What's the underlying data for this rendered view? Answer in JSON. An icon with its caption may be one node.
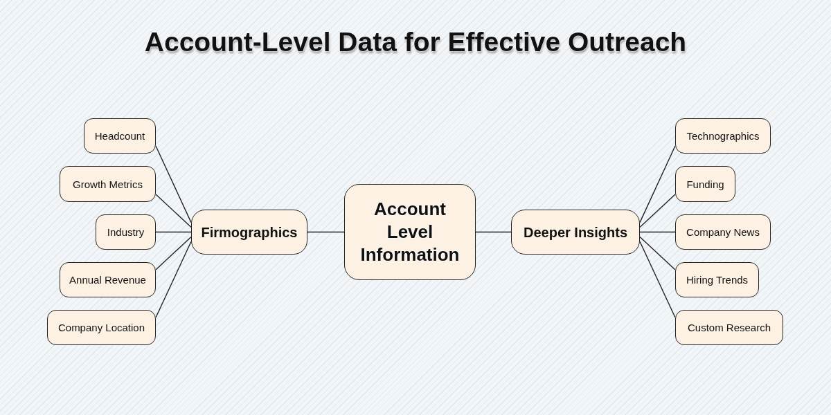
{
  "diagram": {
    "title": "Account-Level Data for Effective Outreach",
    "nodes": [
      {
        "text": [
          "Account Level Information"
        ]
      },
      {
        "text": [
          "Firmographics"
        ]
      },
      {
        "text": [
          "Deeper Insights"
        ]
      },
      {
        "text": [
          "Headcount"
        ]
      },
      {
        "text": [
          "Growth Metrics"
        ]
      },
      {
        "text": [
          "Industry"
        ]
      },
      {
        "text": [
          "Annual Revenue"
        ]
      },
      {
        "text": [
          "Company Location"
        ]
      },
      {
        "text": [
          "Technographics"
        ]
      },
      {
        "text": [
          "Funding"
        ]
      },
      {
        "text": [
          "Company News"
        ]
      },
      {
        "text": [
          "Hiring Trends"
        ]
      },
      {
        "text": [
          "Custom Research"
        ]
      }
    ],
    "edges": [
      {
        "from": 0,
        "to": 1,
        "arrow": "none"
      },
      {
        "from": 0,
        "to": 2,
        "arrow": "none"
      },
      {
        "from": 1,
        "to": 3,
        "arrow": "none"
      },
      {
        "from": 1,
        "to": 4,
        "arrow": "none"
      },
      {
        "from": 1,
        "to": 5,
        "arrow": "none"
      },
      {
        "from": 1,
        "to": 6,
        "arrow": "none"
      },
      {
        "from": 1,
        "to": 7,
        "arrow": "none"
      },
      {
        "from": 2,
        "to": 8,
        "arrow": "none"
      },
      {
        "from": 2,
        "to": 9,
        "arrow": "none"
      },
      {
        "from": 2,
        "to": 10,
        "arrow": "none"
      },
      {
        "from": 2,
        "to": 11,
        "arrow": "none"
      },
      {
        "from": 2,
        "to": 12,
        "arrow": "none"
      }
    ]
  }
}
